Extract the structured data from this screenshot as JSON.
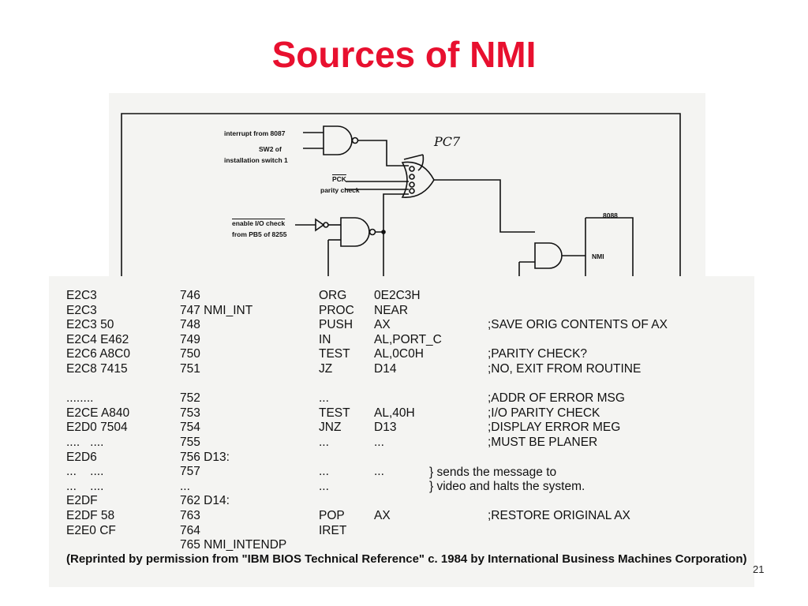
{
  "slide": {
    "title": "Sources of NMI",
    "page_number": "21"
  },
  "diagram": {
    "labels": {
      "interrupt": "interrupt from 8087",
      "sw2_line1": "SW2 of",
      "sw2_line2": "installation switch 1",
      "pck": "PCK",
      "parity_check": "parity check",
      "enable_io_check": "enable I/O check",
      "from_pb5": "from PB5 of 8255",
      "pc7": "PC7",
      "cpu": "8088",
      "nmi": "NMI"
    }
  },
  "listing": {
    "rows": [
      [
        "E2C3",
        "746",
        "ORG",
        "0E2C3H",
        ""
      ],
      [
        "E2C3",
        "747 NMI_INT",
        "PROC",
        "NEAR",
        ""
      ],
      [
        "E2C3 50",
        "748",
        "PUSH",
        "AX",
        ";SAVE ORIG CONTENTS OF AX"
      ],
      [
        "E2C4 E462",
        "749",
        "IN",
        "AL,PORT_C",
        ""
      ],
      [
        "E2C6 A8C0",
        "750",
        "TEST",
        "AL,0C0H",
        ";PARITY CHECK?"
      ],
      [
        "E2C8 7415",
        "751",
        "JZ",
        "D14",
        ";NO, EXIT FROM ROUTINE"
      ],
      [
        "",
        "",
        "",
        "",
        ""
      ],
      [
        "........",
        "752",
        "...",
        "",
        ";ADDR OF ERROR MSG"
      ],
      [
        "E2CE A840",
        "753",
        "TEST",
        "AL,40H",
        ";I/O PARITY CHECK"
      ],
      [
        "E2D0 7504",
        "754",
        "JNZ",
        "D13",
        ";DISPLAY ERROR MEG"
      ],
      [
        "....   ....",
        "755",
        "...",
        "...",
        ";MUST BE PLANER"
      ],
      [
        "E2D6",
        "756 D13:",
        "",
        "",
        ""
      ],
      [
        "...    ....",
        "757",
        "...",
        "...",
        ""
      ],
      [
        "...    ....",
        "...",
        "...",
        "",
        ""
      ],
      [
        "E2DF",
        "762 D14:",
        "",
        "",
        ""
      ],
      [
        "E2DF 58",
        "763",
        "POP",
        "AX",
        ";RESTORE ORIGINAL AX"
      ],
      [
        "E2E0 CF",
        "764",
        "IRET",
        "",
        ""
      ],
      [
        "",
        "765 NMI_INTENDP",
        "",
        "",
        ""
      ]
    ],
    "brace_line1": "} sends the message to",
    "brace_line2": "} video and halts the system.",
    "credit": "(Reprinted by permission from \"IBM BIOS Technical Reference\" c. 1984 by International Business Machines Corporation)"
  }
}
